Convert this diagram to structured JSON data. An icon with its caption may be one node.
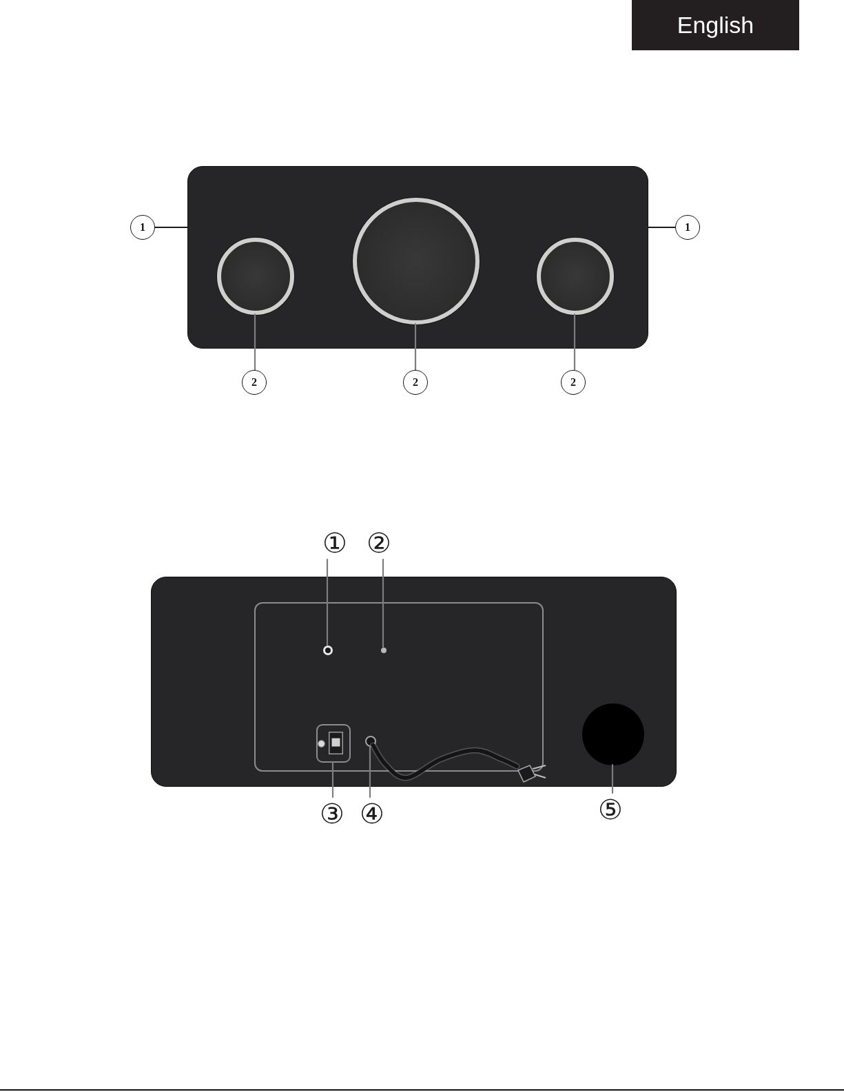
{
  "diagram": {
    "nodes": [
      {
        "text": [
          "English"
        ]
      },
      {
        "text": [],
        "shape": "box"
      },
      {
        "text": [],
        "shape": "circle",
        "in": 1
      },
      {
        "text": [],
        "shape": "circle",
        "in": 1
      },
      {
        "text": [],
        "shape": "circle",
        "in": 1
      },
      {
        "text": [
          "1"
        ]
      },
      {
        "text": [
          "1"
        ]
      },
      {
        "text": [
          "2"
        ]
      },
      {
        "text": [
          "2"
        ]
      },
      {
        "text": [
          "2"
        ]
      },
      {
        "text": [],
        "shape": "box"
      },
      {
        "text": [],
        "shape": "circle",
        "in": 10
      },
      {
        "text": [],
        "shape": "circle",
        "in": 10
      },
      {
        "text": [],
        "shape": "box",
        "in": 10
      },
      {
        "text": [],
        "shape": "circle",
        "in": 10
      },
      {
        "text": [],
        "shape": "picture",
        "in": 10
      },
      {
        "text": [],
        "shape": "circle",
        "in": 10
      },
      {
        "text": [
          "①"
        ]
      },
      {
        "text": [
          "②"
        ]
      },
      {
        "text": [
          "③"
        ]
      },
      {
        "text": [
          "④"
        ]
      },
      {
        "text": [
          "⑤"
        ]
      }
    ],
    "edges": [
      {
        "from": 5,
        "to": 1,
        "arrow": "none",
        "color": "#1a1a1a"
      },
      {
        "from": 6,
        "to": 1,
        "arrow": "none",
        "color": "#1a1a1a"
      },
      {
        "from": 7,
        "to": 2,
        "arrow": "none"
      },
      {
        "from": 8,
        "to": 3,
        "arrow": "none"
      },
      {
        "from": 9,
        "to": 4,
        "arrow": "none"
      },
      {
        "from": 17,
        "to": 11,
        "arrow": "none"
      },
      {
        "from": 18,
        "to": 12,
        "arrow": "none"
      },
      {
        "from": 19,
        "to": 13,
        "arrow": "none"
      },
      {
        "from": 20,
        "to": 14,
        "arrow": "none"
      },
      {
        "from": 21,
        "to": 16,
        "arrow": "none"
      },
      {
        "from": 14,
        "to": 15,
        "arrow": "none",
        "style": "thick",
        "color": "#141414"
      }
    ]
  }
}
